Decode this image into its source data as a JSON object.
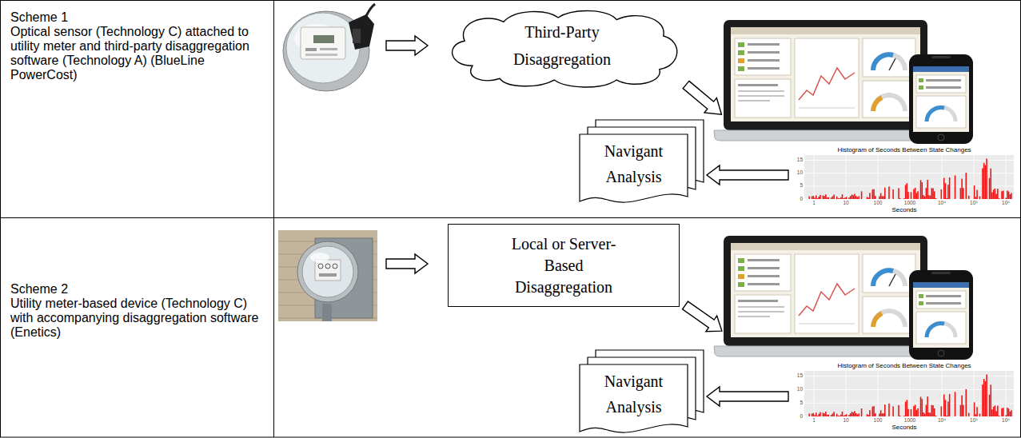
{
  "diagram": {
    "nodes": [
      {
        "text": [
          "Scheme 1",
          "Optical sensor (Technology C) attached to utility meter and third-party disaggregation software (Technology A) (BlueLine PowerCost)"
        ]
      },
      {
        "text": [
          "Third-Party Disaggregation"
        ]
      },
      {
        "text": [
          "Histogram of Seconds Between State Changes",
          "Seconds"
        ]
      },
      {
        "text": [
          "Navigant Analysis"
        ]
      },
      {
        "text": [
          "Scheme 2",
          "Utility meter-based device (Technology C) with accompanying disaggregation software (Enetics)"
        ]
      },
      {
        "text": [
          "Local or Server-Based Disaggregation"
        ]
      },
      {
        "text": [
          "Histogram of Seconds Between State Changes",
          "Seconds"
        ]
      },
      {
        "text": [
          "Navigant Analysis"
        ]
      }
    ],
    "edges": [
      {
        "from": 2,
        "to": 3,
        "arrow": "to"
      },
      {
        "from": 6,
        "to": 7,
        "arrow": "to"
      }
    ],
    "labels": [
      "0",
      "5",
      "10",
      "15",
      "1",
      "10",
      "100",
      "1000",
      "10⁴",
      "10⁵",
      "10⁶",
      "0",
      "5",
      "10",
      "15",
      "1",
      "10",
      "100",
      "1000",
      "10⁴",
      "10⁵",
      "10⁶"
    ]
  }
}
